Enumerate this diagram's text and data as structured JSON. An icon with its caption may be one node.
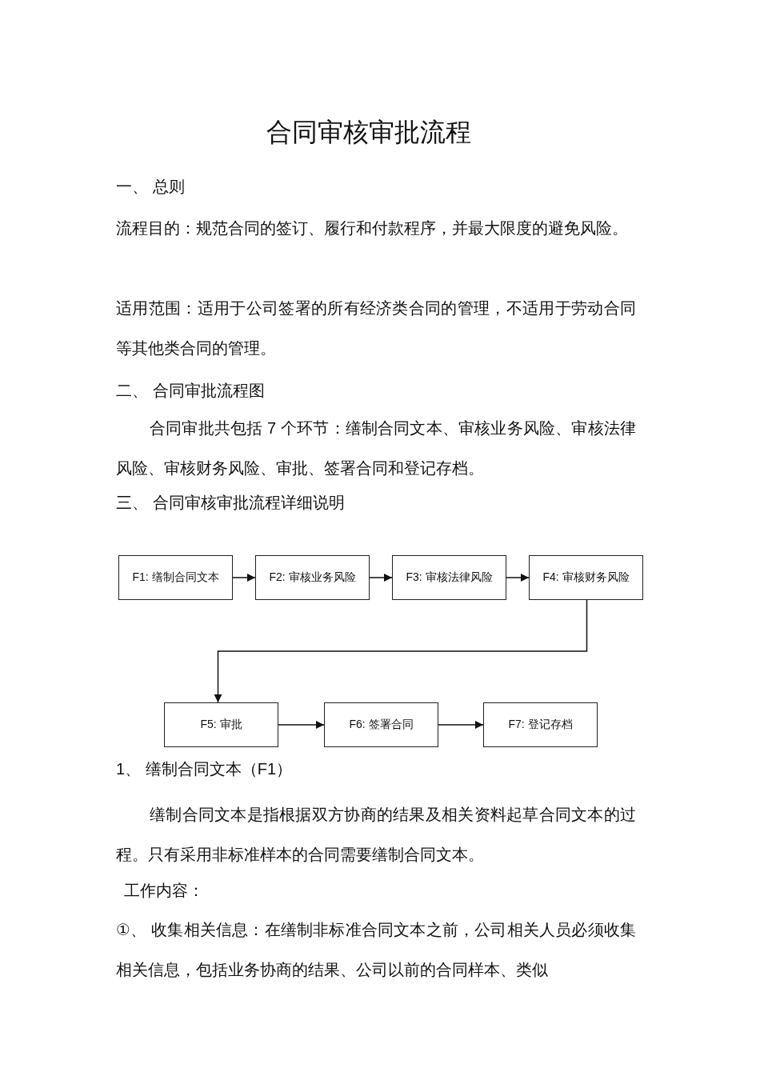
{
  "diagram": {
    "title": "合同审核审批流程",
    "nodes": [
      {
        "text": [
          "F1: 缮制合同文本"
        ]
      },
      {
        "text": [
          "F2: 审核业务风险"
        ]
      },
      {
        "text": [
          "F3: 审核法律风险"
        ]
      },
      {
        "text": [
          "F4: 审核财务风险"
        ]
      },
      {
        "text": [
          "F5: 审批"
        ]
      },
      {
        "text": [
          "F6: 签署合同"
        ]
      },
      {
        "text": [
          "F7: 登记存档"
        ]
      }
    ],
    "edges": [
      {
        "from": 0,
        "to": 1,
        "arrow": "to"
      },
      {
        "from": 1,
        "to": 2,
        "arrow": "to"
      },
      {
        "from": 2,
        "to": 3,
        "arrow": "to"
      },
      {
        "from": 3,
        "to": 4,
        "arrow": "to"
      },
      {
        "from": 4,
        "to": 5,
        "arrow": "to"
      },
      {
        "from": 5,
        "to": 6,
        "arrow": "to"
      }
    ],
    "labels": [
      "一、 总则",
      "流程目的：规范合同的签订、履行和付款程序，并最大限度的避免风险。",
      "适用范围：适用于公司签署的所有经济类合同的管理，不适用于劳动合同等其他类合同的管理。",
      "二、 合同审批流程图",
      "合同审批共包括 7 个环节：缮制合同文本、审核业务风险、审核法律风险、审核财务风险、审批、签署合同和登记存档。",
      "三、 合同审核审批流程详细说明",
      "1、 缮制合同文本（F1）",
      "缮制合同文本是指根据双方协商的结果及相关资料起草合同文本的过程。只有采用非标准样本的合同需要缮制合同文本。",
      "工作内容：",
      "①、 收集相关信息：在缮制非标准合同文本之前，公司相关人员必须收集相关信息，包括业务协商的结果、公司以前的合同样本、类似"
    ]
  }
}
